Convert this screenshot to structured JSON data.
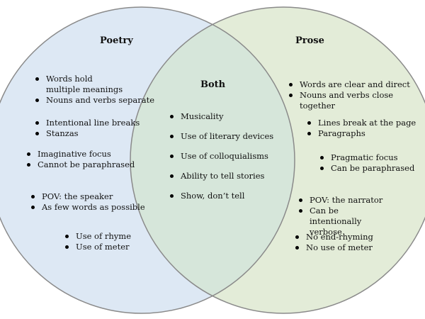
{
  "colors": {
    "poetry_fill": "#dde8f4",
    "prose_fill": "#e3ecd8",
    "overlap_fill": "#d6e6da",
    "outline": "#8a8a8a"
  },
  "poetry": {
    "title": "Poetry",
    "group1": [
      "Words hold multiple meanings",
      "Nouns and verbs separate"
    ],
    "group2": [
      "Intentional line breaks",
      "Stanzas"
    ],
    "group3": [
      "Imaginative focus",
      "Cannot be paraphrased"
    ],
    "group4": [
      "POV: the speaker",
      "As few words as possible"
    ],
    "group5": [
      "Use of rhyme",
      "Use of meter"
    ]
  },
  "both": {
    "title": "Both",
    "items": [
      "Musicality",
      "Use of literary devices",
      "Use of colloquialisms",
      "Ability to tell stories",
      "Show, don’t tell"
    ]
  },
  "prose": {
    "title": "Prose",
    "group1": [
      "Words are clear and direct",
      "Nouns and verbs close together"
    ],
    "group2": [
      "Lines break at the page",
      "Paragraphs"
    ],
    "group3": [
      "Pragmatic focus",
      "Can be paraphrased"
    ],
    "group4": [
      "POV: the narrator",
      "Can be intentionally verbose"
    ],
    "group5": [
      "No end-rhyming",
      "No use of meter"
    ]
  }
}
